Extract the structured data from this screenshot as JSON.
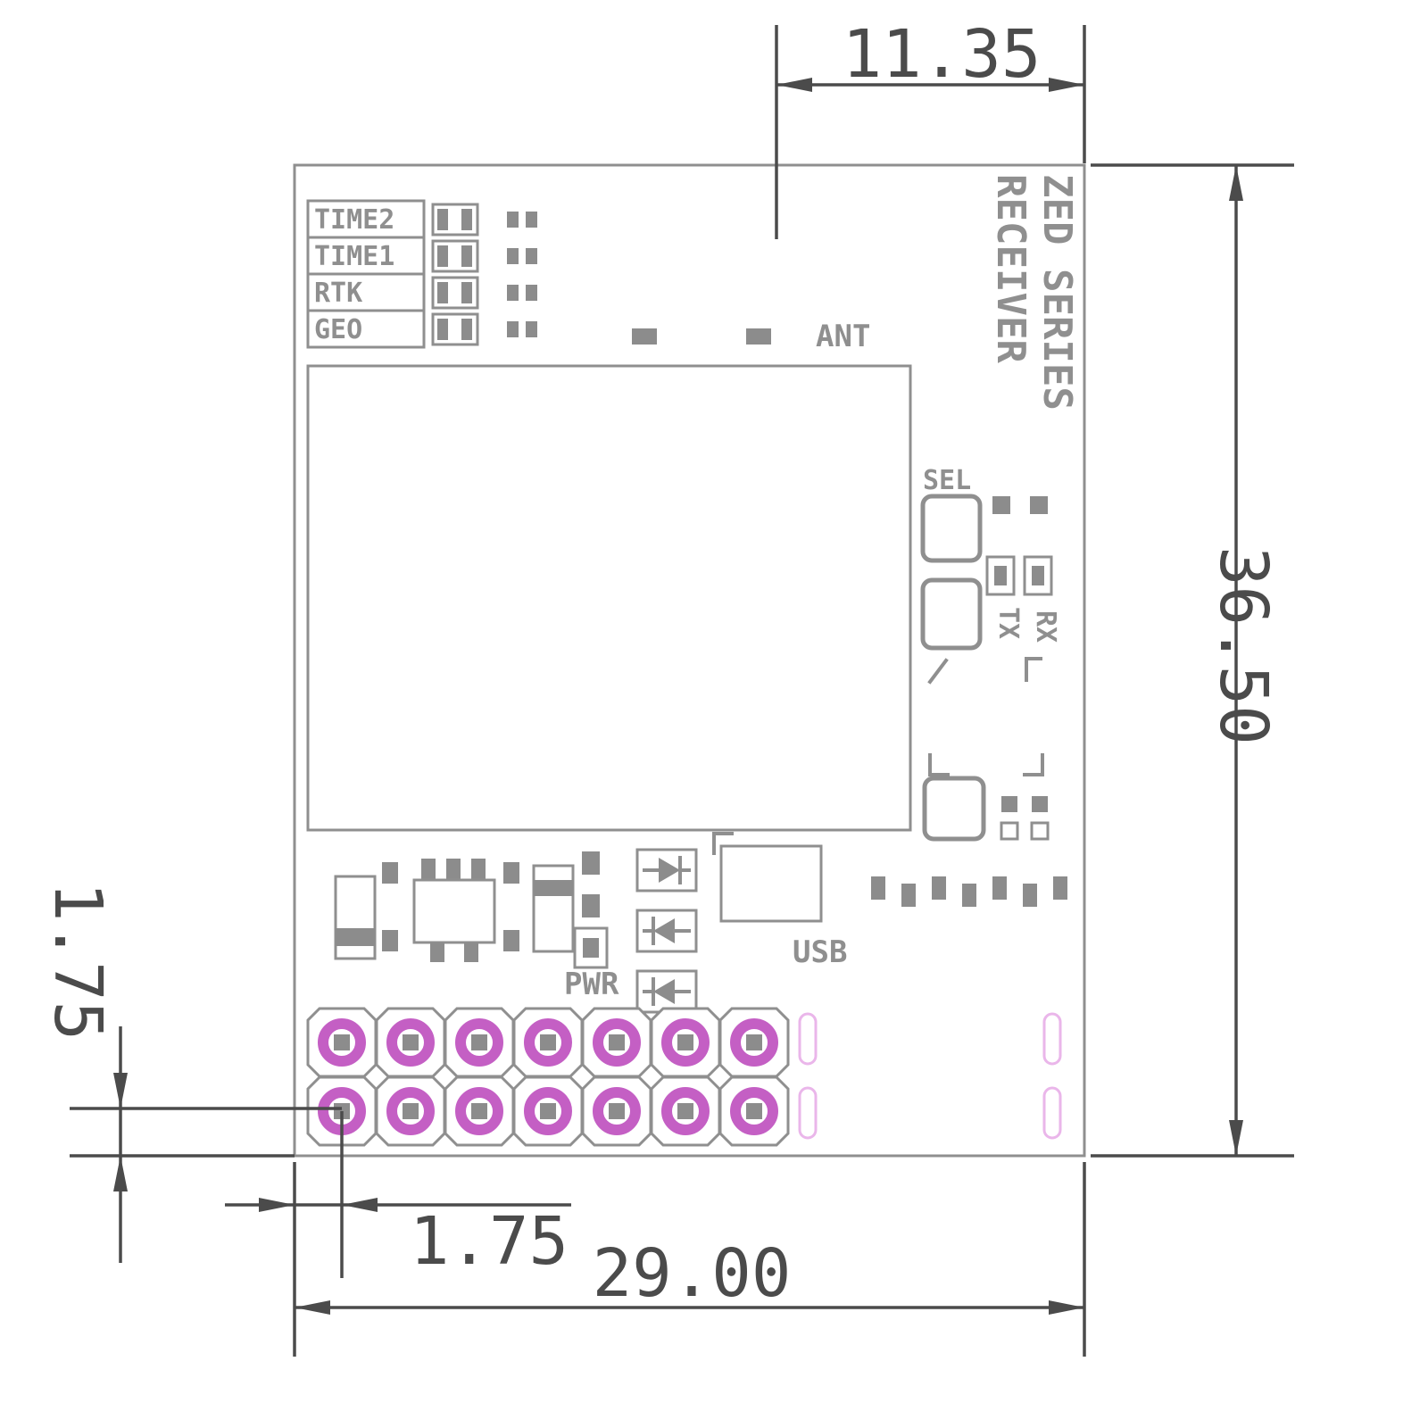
{
  "drawing": {
    "dimensions": {
      "top_width": "11.35",
      "overall_height": "36.50",
      "overall_width": "29.00",
      "pin_offset_vertical": "1.75",
      "pin_offset_horizontal": "1.75"
    },
    "silkscreen": {
      "title_line1": "ZED SERIES",
      "title_line2": "RECEIVER",
      "led_labels": [
        "TIME2",
        "TIME1",
        "RTK",
        "GEO"
      ],
      "ant": "ANT",
      "sel": "SEL",
      "tx": "TX",
      "rx": "RX",
      "usb": "USB",
      "pwr": "PWR"
    },
    "colors": {
      "outline": "#8f8f8f",
      "dimension": "#4b4b4b",
      "pin_ring": "#c45fc4",
      "pad_fill": "#8c8c8c",
      "slot": "#eab6ea"
    }
  }
}
